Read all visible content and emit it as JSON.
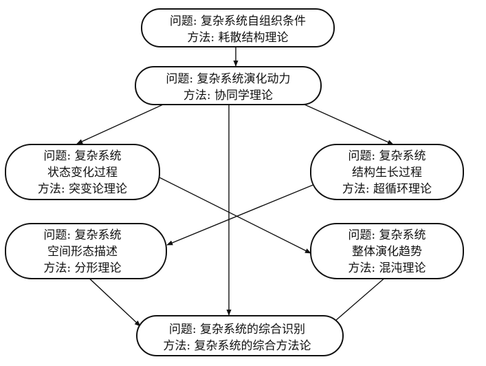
{
  "nodes": [
    {
      "id": "self-organization",
      "lines": [
        "问题: 复杂系统自组织条件",
        "方法: 耗散结构理论"
      ]
    },
    {
      "id": "evolution-dynamics",
      "lines": [
        "问题: 复杂系统演化动力",
        "方法: 协同学理论"
      ]
    },
    {
      "id": "state-change",
      "lines": [
        "问题: 复杂系统",
        "状态变化过程",
        "方法: 突变论理论"
      ]
    },
    {
      "id": "structure-growth",
      "lines": [
        "问题: 复杂系统",
        "结构生长过程",
        "方法: 超循环理论"
      ]
    },
    {
      "id": "spatial-form",
      "lines": [
        "问题: 复杂系统",
        "空间形态描述",
        "方法: 分形理论"
      ]
    },
    {
      "id": "overall-trend",
      "lines": [
        "问题: 复杂系统",
        "整体演化趋势",
        "方法: 混沌理论"
      ]
    },
    {
      "id": "comprehensive-identification",
      "lines": [
        "问题: 复杂系统的综合识别",
        "方法: 复杂系统的综合方法论"
      ]
    }
  ],
  "edges": [
    {
      "from": "self-organization",
      "to": "evolution-dynamics"
    },
    {
      "from": "evolution-dynamics",
      "to": "state-change"
    },
    {
      "from": "evolution-dynamics",
      "to": "structure-growth"
    },
    {
      "from": "evolution-dynamics",
      "to": "comprehensive-identification"
    },
    {
      "from": "state-change",
      "to": "overall-trend"
    },
    {
      "from": "structure-growth",
      "to": "spatial-form"
    },
    {
      "from": "spatial-form",
      "to": "comprehensive-identification"
    },
    {
      "from": "overall-trend",
      "to": "comprehensive-identification"
    }
  ]
}
